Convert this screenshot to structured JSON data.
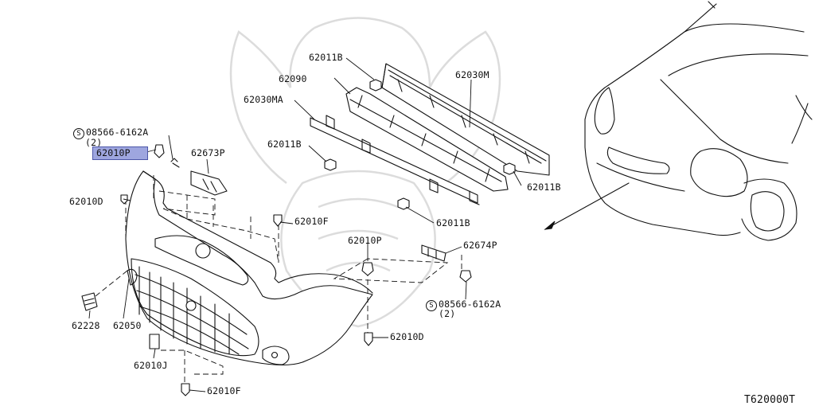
{
  "diagram": {
    "labels": {
      "screw_left": "08566-6162A",
      "screw_left_qty": "(2)",
      "p62010P_selected": "62010P",
      "p62673P": "62673P",
      "p62010D_left": "62010D",
      "p62011B_top": "62011B",
      "p62090": "62090",
      "p62030M": "62030M",
      "p62030MA": "62030MA",
      "p62011B_mid": "62011B",
      "p62011B_right": "62011B",
      "p62011B_bottom": "62011B",
      "p62010F_mid": "62010F",
      "p62010P_right": "62010P",
      "p62674P": "62674P",
      "screw_right": "08566-6162A",
      "screw_right_qty": "(2)",
      "p62228": "62228",
      "p62050": "62050",
      "p62010D_bottom": "62010D",
      "p62010J": "62010J",
      "p62010F_bottom": "62010F",
      "figure_code": "T620000T"
    },
    "screw_symbol": "S",
    "highlight_color": "#9ea6df"
  }
}
